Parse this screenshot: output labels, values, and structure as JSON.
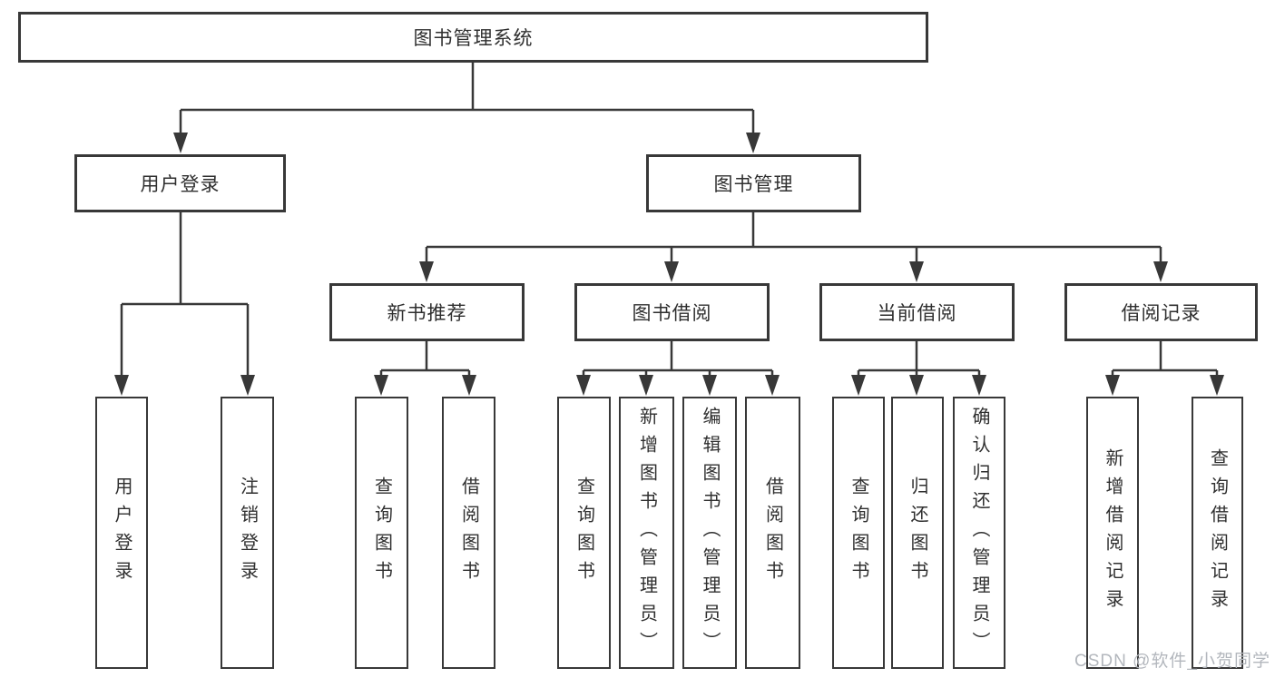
{
  "diagram": {
    "type": "tree",
    "tree": {
      "label": "图书管理系统",
      "children": [
        {
          "label": "用户登录",
          "children": [
            {
              "label": "用户登录"
            },
            {
              "label": "注销登录"
            }
          ]
        },
        {
          "label": "图书管理",
          "children": [
            {
              "label": "新书推荐",
              "children": [
                {
                  "label": "查询图书"
                },
                {
                  "label": "借阅图书"
                }
              ]
            },
            {
              "label": "图书借阅",
              "children": [
                {
                  "label": "查询图书"
                },
                {
                  "label": "新增图书（管理员）"
                },
                {
                  "label": "编辑图书（管理员）"
                },
                {
                  "label": "借阅图书"
                }
              ]
            },
            {
              "label": "当前借阅",
              "children": [
                {
                  "label": "查询图书"
                },
                {
                  "label": "归还图书"
                },
                {
                  "label": "确认归还（管理员）"
                }
              ]
            },
            {
              "label": "借阅记录",
              "children": [
                {
                  "label": "新增借阅记录"
                },
                {
                  "label": "查询借阅记录"
                }
              ]
            }
          ]
        }
      ]
    },
    "colors": {
      "line": "#383838",
      "text": "#2f2f2f",
      "box_background": "#ffffff",
      "watermark": "#b3b7bd"
    }
  },
  "watermark": {
    "text": "CSDN @软件_小贺同学"
  }
}
